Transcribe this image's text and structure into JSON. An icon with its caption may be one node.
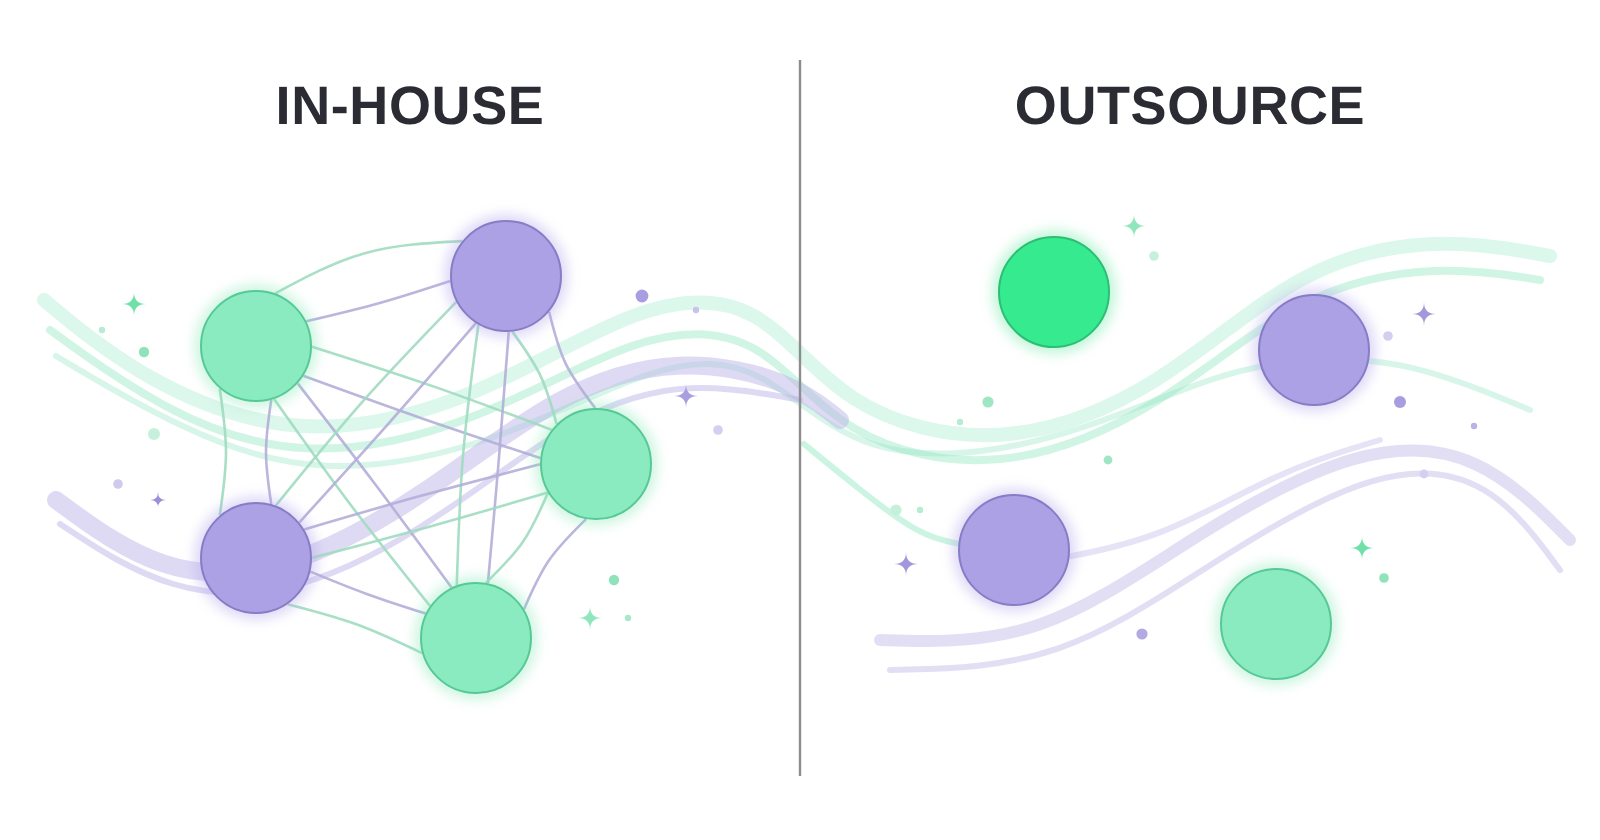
{
  "diagram": {
    "nodes": [
      {
        "text": [],
        "shape": "circle"
      },
      {
        "text": [],
        "shape": "circle"
      },
      {
        "text": [],
        "shape": "circle"
      },
      {
        "text": [],
        "shape": "circle"
      },
      {
        "text": [],
        "shape": "circle"
      },
      {
        "text": [],
        "shape": "circle"
      },
      {
        "text": [],
        "shape": "circle"
      },
      {
        "text": [],
        "shape": "circle"
      },
      {
        "text": [],
        "shape": "circle"
      }
    ],
    "edges": [
      {
        "from": 1,
        "to": 0,
        "arrow": "none"
      },
      {
        "from": 1,
        "to": 0,
        "arrow": "none",
        "color": "#b3aed8"
      },
      {
        "from": 1,
        "to": 3,
        "arrow": "none"
      },
      {
        "from": 1,
        "to": 3,
        "arrow": "none",
        "color": "#b3aed8"
      },
      {
        "from": 1,
        "to": 2,
        "arrow": "none"
      },
      {
        "from": 1,
        "to": 2,
        "arrow": "none",
        "color": "#b3aed8"
      },
      {
        "from": 1,
        "to": 4,
        "arrow": "none"
      },
      {
        "from": 1,
        "to": 4,
        "arrow": "none",
        "color": "#b3aed8"
      },
      {
        "from": 0,
        "to": 3,
        "arrow": "none"
      },
      {
        "from": 0,
        "to": 3,
        "arrow": "none",
        "color": "#b3aed8"
      },
      {
        "from": 0,
        "to": 4,
        "arrow": "none"
      },
      {
        "from": 0,
        "to": 4,
        "arrow": "none",
        "color": "#b3aed8"
      },
      {
        "from": 0,
        "to": 2,
        "arrow": "none"
      },
      {
        "from": 0,
        "to": 2,
        "arrow": "none",
        "color": "#b3aed8"
      },
      {
        "from": 3,
        "to": 2,
        "arrow": "none"
      },
      {
        "from": 3,
        "to": 2,
        "arrow": "none",
        "color": "#b3aed8"
      },
      {
        "from": 3,
        "to": 4,
        "arrow": "none"
      },
      {
        "from": 3,
        "to": 4,
        "arrow": "none",
        "color": "#b3aed8"
      },
      {
        "from": 2,
        "to": 4,
        "arrow": "none"
      },
      {
        "from": 2,
        "to": 4,
        "arrow": "none",
        "color": "#b3aed8"
      }
    ],
    "labels": [
      "IN-HOUSE",
      "OUTSOURCE"
    ]
  }
}
